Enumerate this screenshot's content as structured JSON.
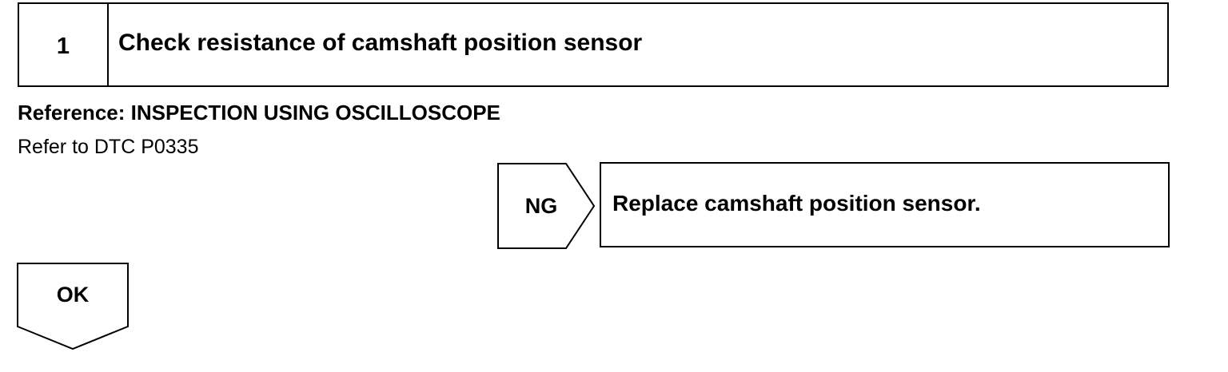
{
  "step": {
    "number": "1",
    "title": "Check resistance of camshaft position sensor"
  },
  "reference": {
    "heading": "Reference: INSPECTION USING OSCILLOSCOPE",
    "detail": "Refer to DTC P0335"
  },
  "ng_branch": {
    "label": "NG",
    "action": "Replace camshaft position sensor."
  },
  "ok_branch": {
    "label": "OK"
  }
}
